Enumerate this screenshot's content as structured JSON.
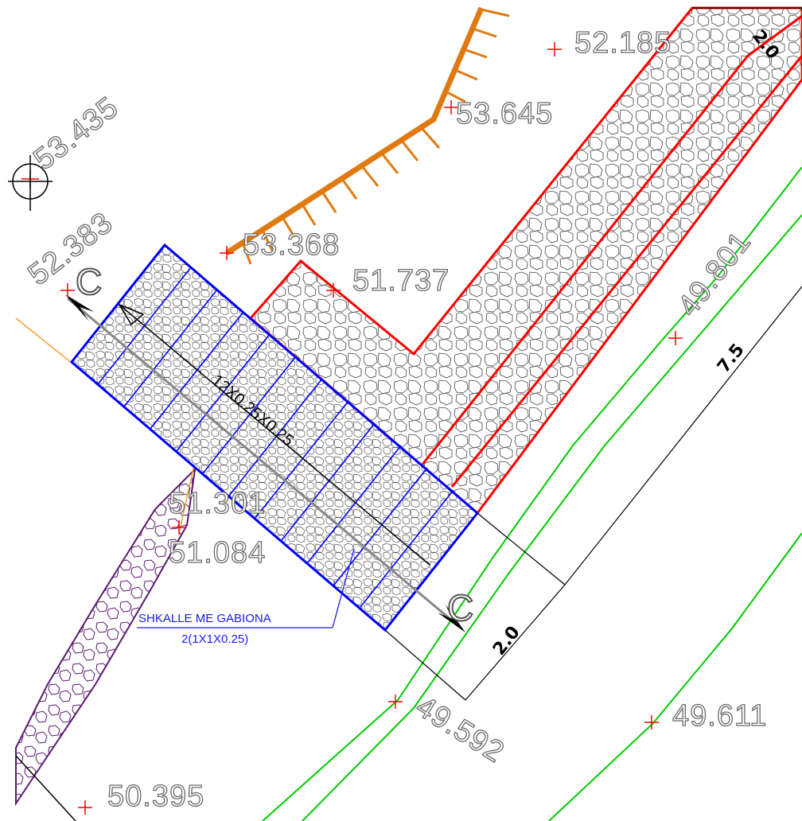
{
  "drawing": {
    "elevations": [
      {
        "id": "e52185",
        "text": "52.185"
      },
      {
        "id": "e53645",
        "text": "53.645"
      },
      {
        "id": "e53435",
        "text": "53.435"
      },
      {
        "id": "e52383",
        "text": "52.383"
      },
      {
        "id": "e53368",
        "text": "53.368"
      },
      {
        "id": "e51737",
        "text": "51.737"
      },
      {
        "id": "e49801",
        "text": "49.801"
      },
      {
        "id": "e51301",
        "text": "51.301"
      },
      {
        "id": "e51084",
        "text": "51.084"
      },
      {
        "id": "e49592",
        "text": "49.592"
      },
      {
        "id": "e49611",
        "text": "49.611"
      },
      {
        "id": "e50395",
        "text": "50.395"
      }
    ],
    "dimensions": {
      "width_top": "2.0",
      "length": "7.5",
      "width_bottom": "2.0"
    },
    "gabion_label": "12X0.25X0.25",
    "section_marker": "C",
    "note": {
      "line1": "SHKALLE ME GABIONA",
      "line2": "2(1X1X0.25)"
    },
    "colors": {
      "channel_outline": "#ff0000",
      "gabion_outline": "#0000ff",
      "contour": "#00cc00",
      "slope_hatch": "#e07a10",
      "point_marker": "#ff0000",
      "ditch": "#5a1a6e"
    }
  }
}
